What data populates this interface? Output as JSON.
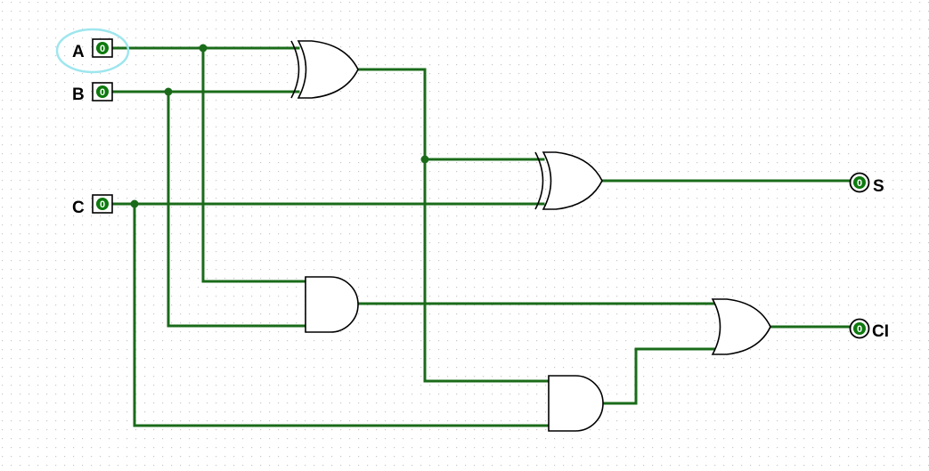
{
  "circuit": {
    "inputs": [
      {
        "label": "A",
        "value": "0",
        "selected": true
      },
      {
        "label": "B",
        "value": "0"
      },
      {
        "label": "C",
        "value": "0"
      }
    ],
    "outputs": [
      {
        "label": "S",
        "value": "0"
      },
      {
        "label": "CI",
        "value": "0"
      }
    ],
    "gates": [
      {
        "type": "XOR",
        "inputs": [
          "A",
          "B"
        ],
        "output": "A⊕B"
      },
      {
        "type": "XOR",
        "inputs": [
          "A⊕B",
          "C"
        ],
        "output": "S"
      },
      {
        "type": "AND",
        "inputs": [
          "A",
          "B"
        ],
        "output": "AB"
      },
      {
        "type": "AND",
        "inputs": [
          "A⊕B",
          "C"
        ],
        "output": "(A⊕B)C"
      },
      {
        "type": "OR",
        "inputs": [
          "AB",
          "(A⊕B)C"
        ],
        "output": "CI"
      }
    ]
  },
  "colors": {
    "wire": "#1a6b1a",
    "pin_fill": "#0e7a0e",
    "selection": "#9ee6ee",
    "grid_dot": "#c8c8c8"
  }
}
